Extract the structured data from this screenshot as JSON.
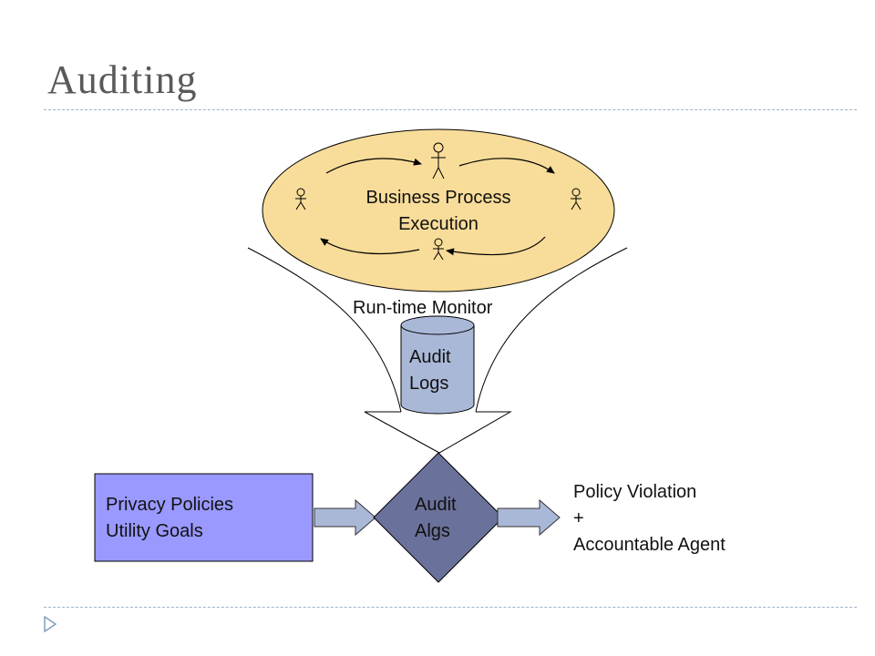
{
  "slide": {
    "title": "Auditing"
  },
  "diagram": {
    "process": {
      "line1": "Business Process",
      "line2": "Execution"
    },
    "monitor": {
      "label": "Run-time Monitor"
    },
    "logs": {
      "line1": "Audit",
      "line2": "Logs"
    },
    "inputs": {
      "line1": "Privacy Policies",
      "line2": "Utility Goals"
    },
    "algs": {
      "line1": "Audit",
      "line2": "Algs"
    },
    "output": {
      "line1": "Policy Violation",
      "line2": "+",
      "line3": "Accountable Agent"
    }
  },
  "colors": {
    "ellipse_fill": "#f8dc99",
    "inputs_fill": "#9999ff",
    "diamond_fill": "#6a719a",
    "cylinder_fill": "#aab8d8",
    "arrow_fill": "#aab8d8",
    "title_color": "#5a5a5a"
  }
}
